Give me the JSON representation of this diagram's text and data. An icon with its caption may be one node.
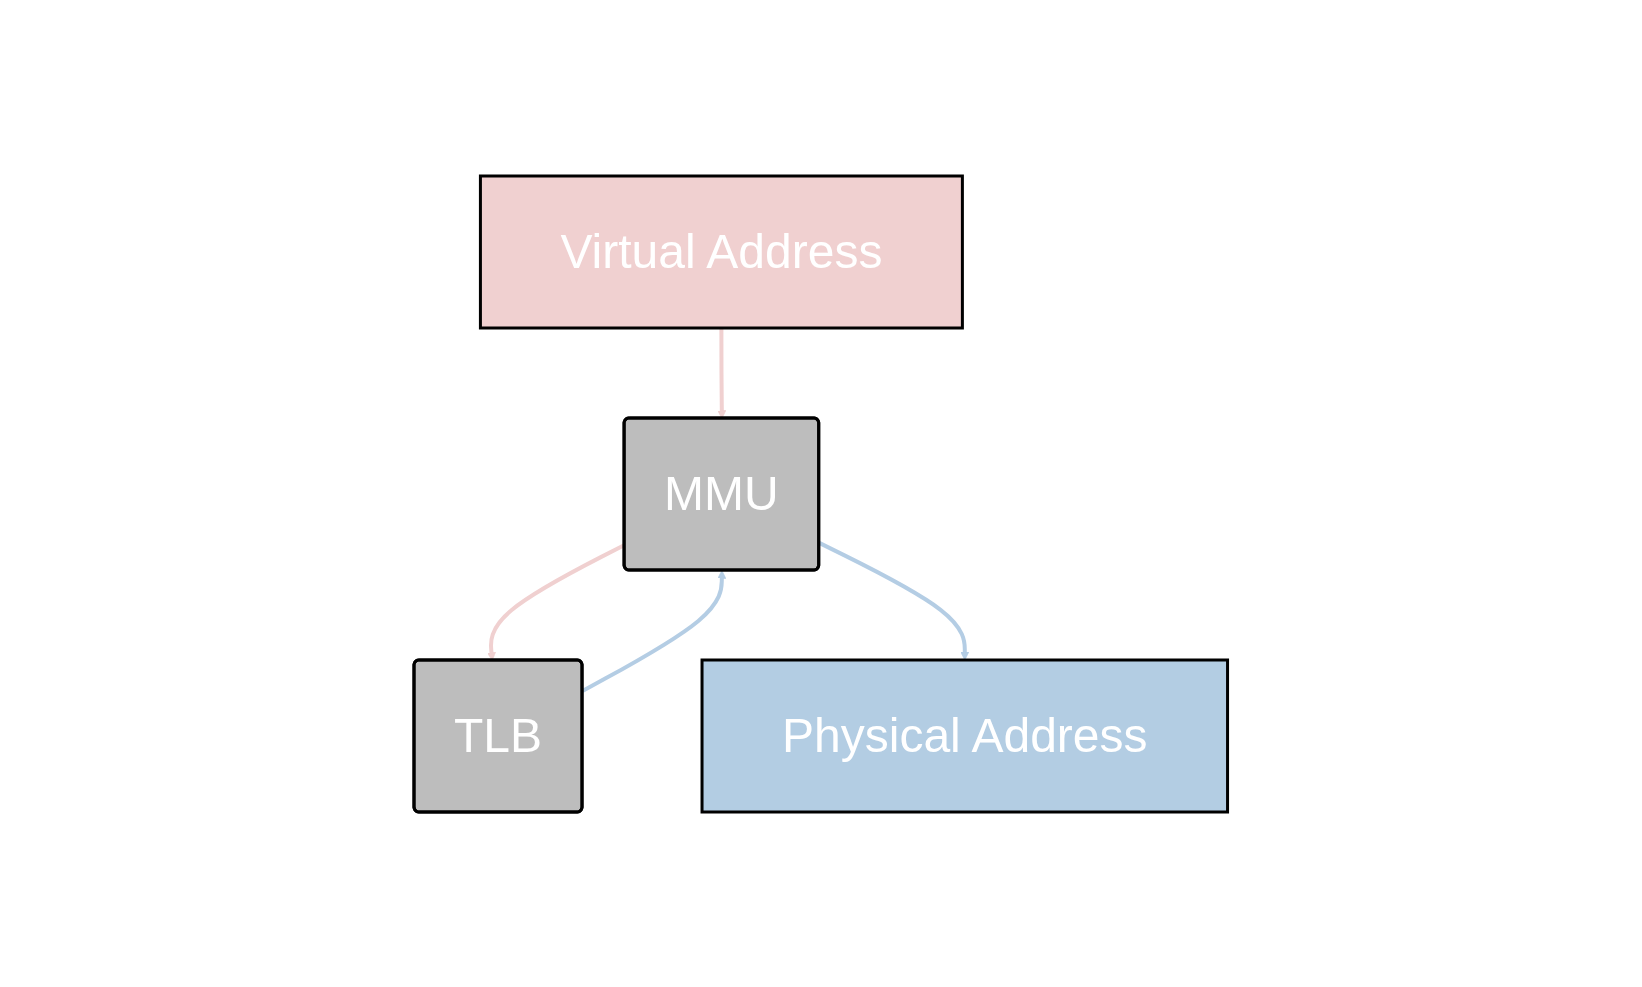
{
  "diagram": {
    "nodes": [
      {
        "text": [
          "Virtual Address"
        ]
      },
      {
        "text": [
          "MMU"
        ]
      },
      {
        "text": [
          "TLB"
        ]
      },
      {
        "text": [
          "Physical Address"
        ]
      }
    ],
    "edges": [
      {
        "from": 0,
        "to": 1,
        "arrow": "to",
        "color": "#f0d0d0"
      },
      {
        "from": 1,
        "to": 2,
        "arrow": "to",
        "color": "#f0d0d0"
      },
      {
        "from": 2,
        "to": 1,
        "arrow": "to",
        "color": "#b4cde4"
      },
      {
        "from": 1,
        "to": 3,
        "arrow": "to",
        "color": "#b4cde4"
      }
    ]
  }
}
